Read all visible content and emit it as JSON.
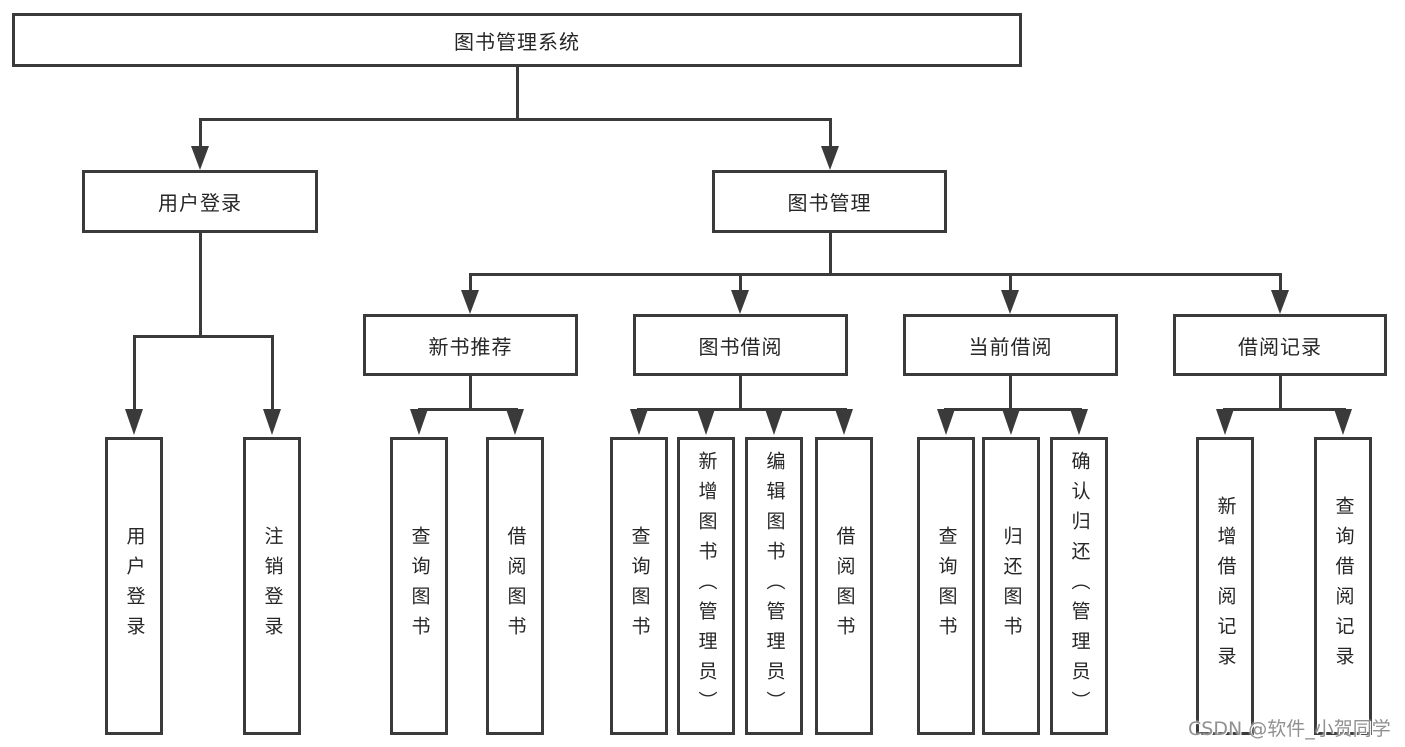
{
  "colors": {
    "line": "#3a3a3a",
    "box_border": "#3a3a3a",
    "box_background": "#ffffff",
    "text": "#262626",
    "watermark_text": "#919191",
    "page_background": "#ffffff"
  },
  "watermark": {
    "text": "CSDN @软件_小贺同学"
  },
  "tree": {
    "root": {
      "label": "图书管理系统"
    },
    "branches": [
      {
        "label": "用户登录",
        "children": [
          "用户登录",
          "注销登录"
        ]
      },
      {
        "label": "图书管理",
        "children": [
          {
            "label": "新书推荐",
            "children": [
              "查询图书",
              "借阅图书"
            ]
          },
          {
            "label": "图书借阅",
            "children": [
              "查询图书",
              "新增图书（管理员）",
              "编辑图书（管理员）",
              "借阅图书"
            ]
          },
          {
            "label": "当前借阅",
            "children": [
              "查询图书",
              "归还图书",
              "确认归还（管理员）"
            ]
          },
          {
            "label": "借阅记录",
            "children": [
              "新增借阅记录",
              "查询借阅记录"
            ]
          }
        ]
      }
    ]
  }
}
